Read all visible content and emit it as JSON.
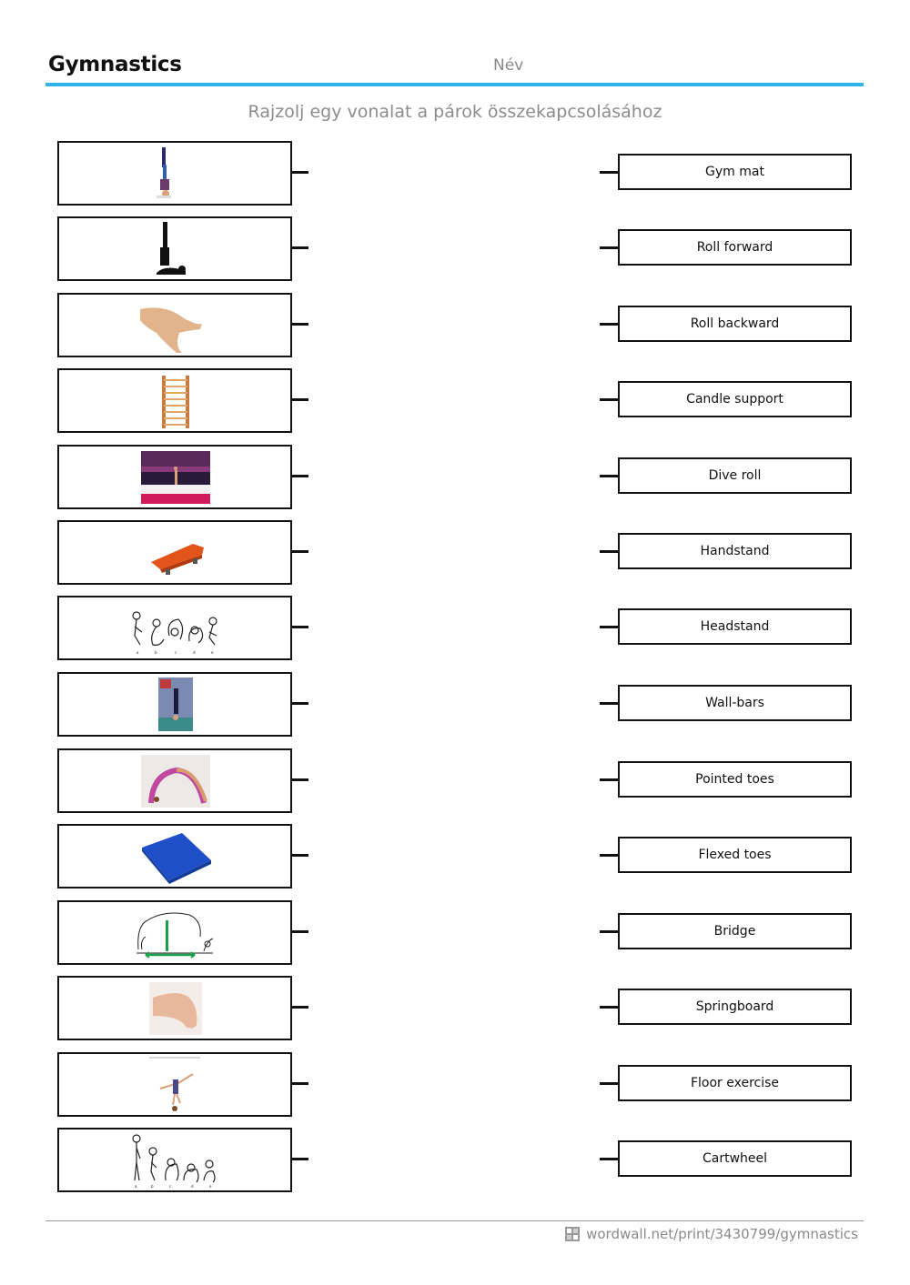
{
  "header": {
    "title": "Gymnastics",
    "name_label": "Név"
  },
  "instructions": "Rajzolj egy vonalat a párok összekapcsolásához",
  "left_items": [
    {
      "icon": "headstand-figure-icon"
    },
    {
      "icon": "candle-support-silhouette-icon"
    },
    {
      "icon": "pointed-toes-foot-icon"
    },
    {
      "icon": "wall-bars-icon"
    },
    {
      "icon": "floor-exercise-arena-icon"
    },
    {
      "icon": "springboard-icon"
    },
    {
      "icon": "roll-backward-sequence-icon"
    },
    {
      "icon": "handstand-photo-icon"
    },
    {
      "icon": "bridge-pose-icon"
    },
    {
      "icon": "gym-mat-icon"
    },
    {
      "icon": "dive-roll-diagram-icon"
    },
    {
      "icon": "flexed-toes-foot-icon"
    },
    {
      "icon": "cartwheel-figure-icon"
    },
    {
      "icon": "roll-forward-sequence-icon"
    }
  ],
  "right_items": [
    "Gym mat",
    "Roll forward",
    "Roll backward",
    "Candle support",
    "Dive roll",
    "Handstand",
    "Headstand",
    "Wall-bars",
    "Pointed toes",
    "Flexed toes",
    "Bridge",
    "Springboard",
    "Floor exercise",
    "Cartwheel"
  ],
  "footer": {
    "url": "wordwall.net/print/3430799/gymnastics",
    "icon": "wordwall-logo-icon"
  },
  "colors": {
    "accent": "#2eb4e8",
    "muted_text": "#8c8c8c"
  }
}
